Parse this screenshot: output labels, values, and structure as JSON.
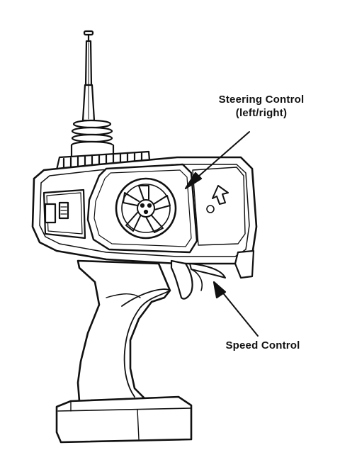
{
  "labels": {
    "steering": "Steering Control",
    "steering_sub": "(left/right)",
    "speed": "Speed Control"
  },
  "colors": {
    "ink": "#111111",
    "paper": "#ffffff"
  }
}
